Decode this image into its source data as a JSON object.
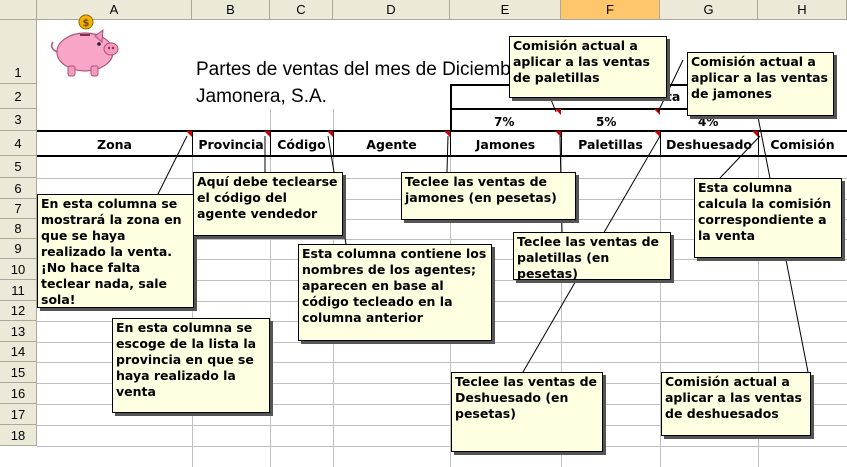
{
  "columns": [
    "A",
    "B",
    "C",
    "D",
    "E",
    "F",
    "G",
    "H"
  ],
  "rows": [
    "1",
    "2",
    "3",
    "4",
    "5",
    "6",
    "7",
    "8",
    "9",
    "10",
    "11",
    "12",
    "13",
    "14",
    "15",
    "16",
    "17",
    "18"
  ],
  "sheet": {
    "title": "Partes de ventas del mes de Diciembre",
    "company": "Jamonera, S.A.",
    "commissions_label": "Comisiones de venta",
    "rates": [
      "7%",
      "5%",
      "4%"
    ],
    "headers": [
      "Zona",
      "Provincia",
      "Código",
      "Agente",
      "Jamones",
      "Paletillas",
      "Deshuesado",
      "Comisión"
    ]
  },
  "comments": {
    "zona": "En esta columna se mostrará la zona en que se haya realizado la venta. ¡No hace falta teclear nada, sale sola!",
    "provincia": "En esta columna se escoge de la lista la provincia en que se haya realizado la venta",
    "codigo": "Aquí debe teclearse el código del agente vendedor",
    "agente": "Esta columna contiene los nombres de los agentes; aparecen en base al código tecleado en la columna anterior",
    "jamones": "Teclee las ventas de jamones (en pesetas)",
    "paletillas": "Teclee las ventas de paletillas (en pesetas)",
    "deshuesado": "Teclee las ventas de Deshuesado (en pesetas)",
    "comision_calc": "Esta columna calcula la comisión correspondiente a la venta",
    "rate_paletillas": "Comisión actual a aplicar a las ventas de paletillas",
    "rate_jamones": "Comisión actual a aplicar a las ventas de jamones",
    "rate_deshuesado": "Comisión actual a aplicar a las ventas de deshuesados"
  },
  "icons": {
    "logo": "piggy-bank-icon",
    "comment_marker": "comment-indicator-icon"
  },
  "colors": {
    "header_bg": "#ece9d8",
    "header_selected": "#ffc66c",
    "note_bg": "#ffffe1",
    "comment_marker": "#cc0000",
    "gridline": "#c0c0c0"
  }
}
